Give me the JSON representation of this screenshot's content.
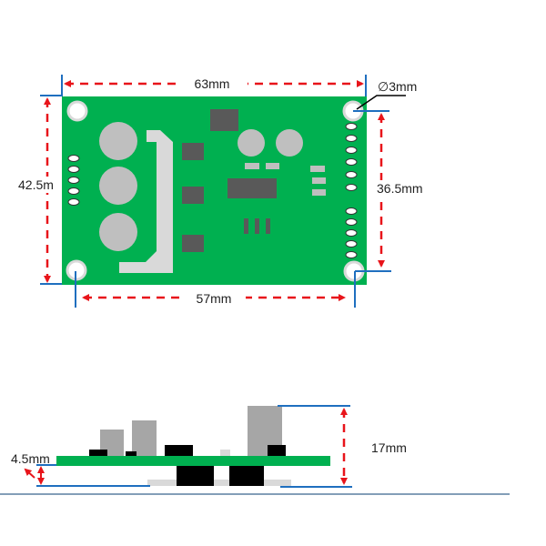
{
  "top_view": {
    "width_label": "63mm",
    "height_label": "42.5m",
    "hole_spacing_vertical_label": "36.5mm",
    "hole_spacing_horizontal_label": "57mm",
    "hole_diameter_label": "∅3mm"
  },
  "side_view": {
    "height_label": "17mm",
    "bottom_clearance_label": "4.5mm"
  },
  "colors": {
    "pcb": "#00b050",
    "dimension_arrow": "#e8141a",
    "extension_line": "#1f6fbf",
    "component_dark": "#595959",
    "component_light": "#a6a6a6"
  }
}
